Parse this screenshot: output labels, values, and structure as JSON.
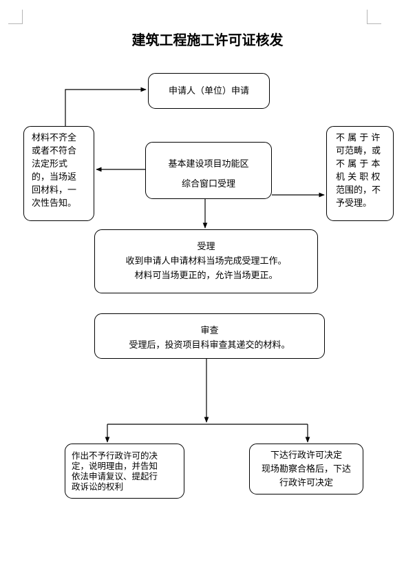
{
  "title": "建筑工程施工许可证核发",
  "boxes": {
    "apply": "申请人（单位）申请",
    "window": [
      "基本建设项目功能区",
      "综合窗口受理"
    ],
    "incomplete": [
      "材料不齐全",
      "或者不符合",
      "法定形式",
      "的，当场返",
      "回材料，一",
      "次性告知。"
    ],
    "out_of_scope": [
      "不 属 于 许",
      "可范畴，或",
      "不 属 于 本",
      "机 关 职 权",
      "范围的，不",
      "予受理。"
    ],
    "accept": [
      "受理",
      "收到申请人申请材料当场完成受理工作。",
      "材料可当场更正的，允许当场更正。"
    ],
    "review": [
      "审查",
      "受理后，投资项目科审查其递交的材料。"
    ],
    "deny": [
      "作出不予行政许可的决",
      "定，说明理由，并告知",
      "依法申请复议、提起行",
      "政诉讼的权利"
    ],
    "approve": [
      "下达行政许可决定",
      "现场勘察合格后，下达",
      "行政许可决定"
    ]
  }
}
